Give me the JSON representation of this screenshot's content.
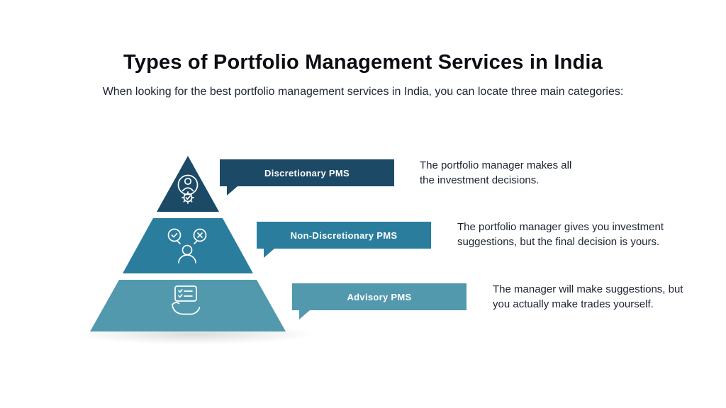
{
  "page": {
    "title": "Types of Portfolio Management Services in India",
    "subtitle": "When looking for the best portfolio management services in India, you can locate three main categories:"
  },
  "tiers": [
    {
      "label": "Discretionary PMS",
      "description": "The portfolio manager makes all\nthe investment decisions.",
      "color": "#1C4A66",
      "icon": "person-gear-icon"
    },
    {
      "label": "Non-Discretionary PMS",
      "description": "The portfolio manager gives you investment\nsuggestions, but the final decision is yours.",
      "color": "#2A7D9C",
      "icon": "person-choice-icon"
    },
    {
      "label": "Advisory PMS",
      "description": "The manager will make suggestions, but\nyou actually make trades yourself.",
      "color": "#5299AE",
      "icon": "hand-checklist-icon"
    }
  ]
}
